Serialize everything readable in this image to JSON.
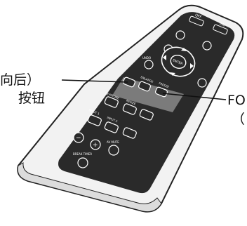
{
  "callouts": {
    "left_line1": "向后）",
    "left_line2": "按钮",
    "right_line1": "FO",
    "right_line2": "（"
  },
  "remote": {
    "buttons": [
      {
        "label": "ON"
      },
      {
        "label": "OFF"
      },
      {
        "label": "ENTER"
      },
      {
        "label": "UNDO"
      },
      {
        "label": "ENLARGE"
      },
      {
        "label": "FREEZE"
      },
      {
        "label": "KEYSTONE"
      },
      {
        "label": "RESIZE"
      },
      {
        "label": "INPUT 1"
      },
      {
        "label": "INPUT 2"
      },
      {
        "label": "BREAK TIMER"
      },
      {
        "label": "AV MUTE"
      }
    ]
  },
  "colors": {
    "remote_body": "#f2f2f2",
    "remote_outline": "#222222",
    "panel": "#2a2a2a",
    "button_outline": "#ffffff",
    "highlight_band": "#8a8a8a"
  }
}
